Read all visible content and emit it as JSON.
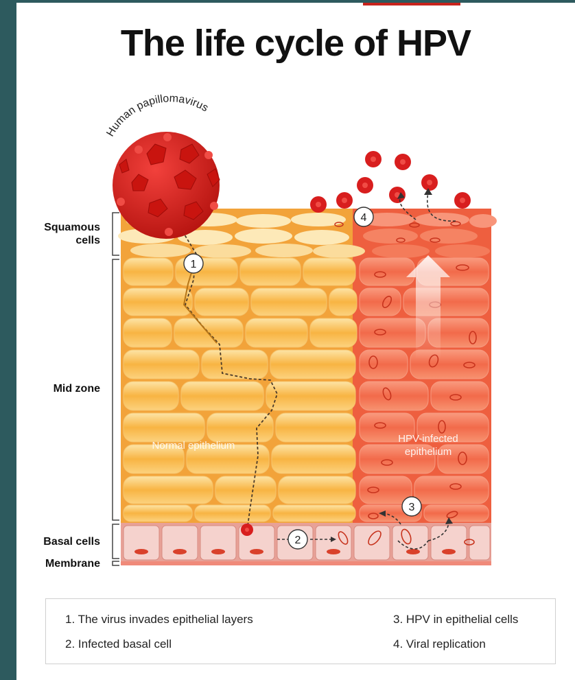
{
  "title": "The life cycle of HPV",
  "labels": {
    "virus": "Human papillomavirus",
    "squamous": "Squamous cells",
    "squamous_line1": "Squamous",
    "squamous_line2": "cells",
    "midzone": "Mid zone",
    "basal": "Basal cells",
    "membrane": "Membrane",
    "normal": "Normal epithelium",
    "infected_line1": "HPV-infected",
    "infected_line2": "epithelium"
  },
  "markers": [
    "1",
    "2",
    "3",
    "4"
  ],
  "legend": {
    "item1": "1. The virus invades epithelial layers",
    "item2": "2. Infected basal cell",
    "item3": "3. HPV in epithelial cells",
    "item4": "4. Viral replication"
  },
  "colors": {
    "frame": "#2d5a5e",
    "normal_cell": "#f8b443",
    "infected_cell": "#f26a4a",
    "basal_cell": "#f3c9c4",
    "virus": "#d81e1e",
    "accent": "#c8231c"
  }
}
